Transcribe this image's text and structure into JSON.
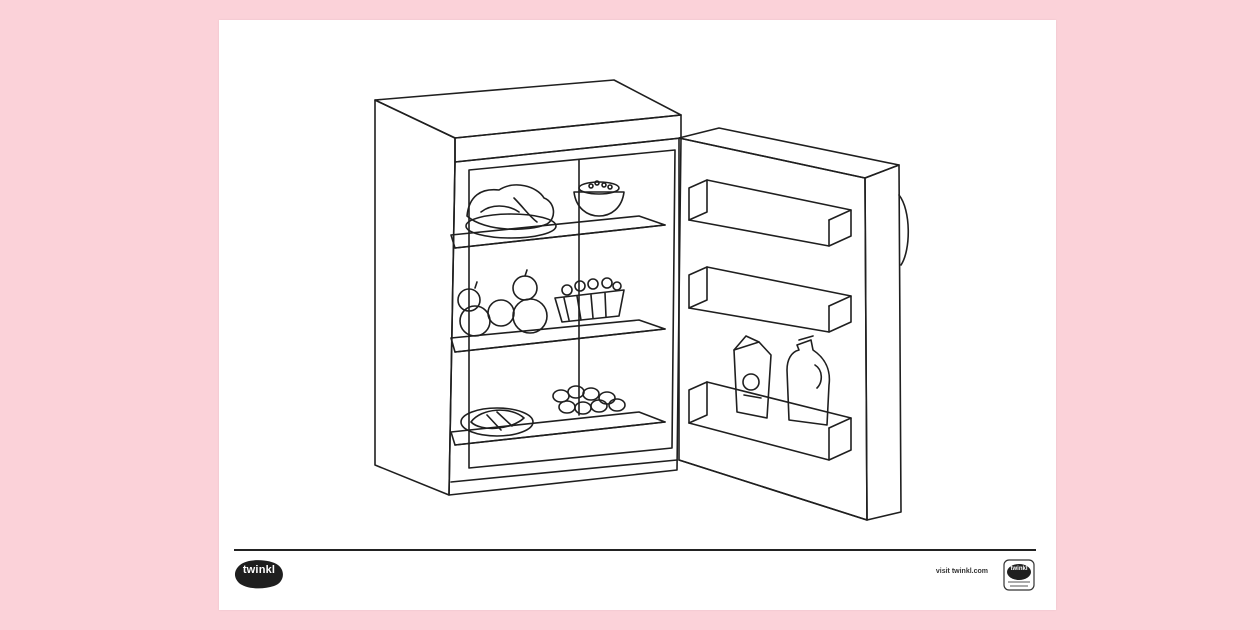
{
  "sheet": {
    "subject": "open-refrigerator-coloring-page"
  },
  "footer": {
    "logo_text": "twinkl",
    "url_text": "visit twinkl.com",
    "badge_text": "twinkl"
  },
  "colors": {
    "background": "#fbd2d9",
    "paper": "#ffffff",
    "ink": "#222222"
  }
}
